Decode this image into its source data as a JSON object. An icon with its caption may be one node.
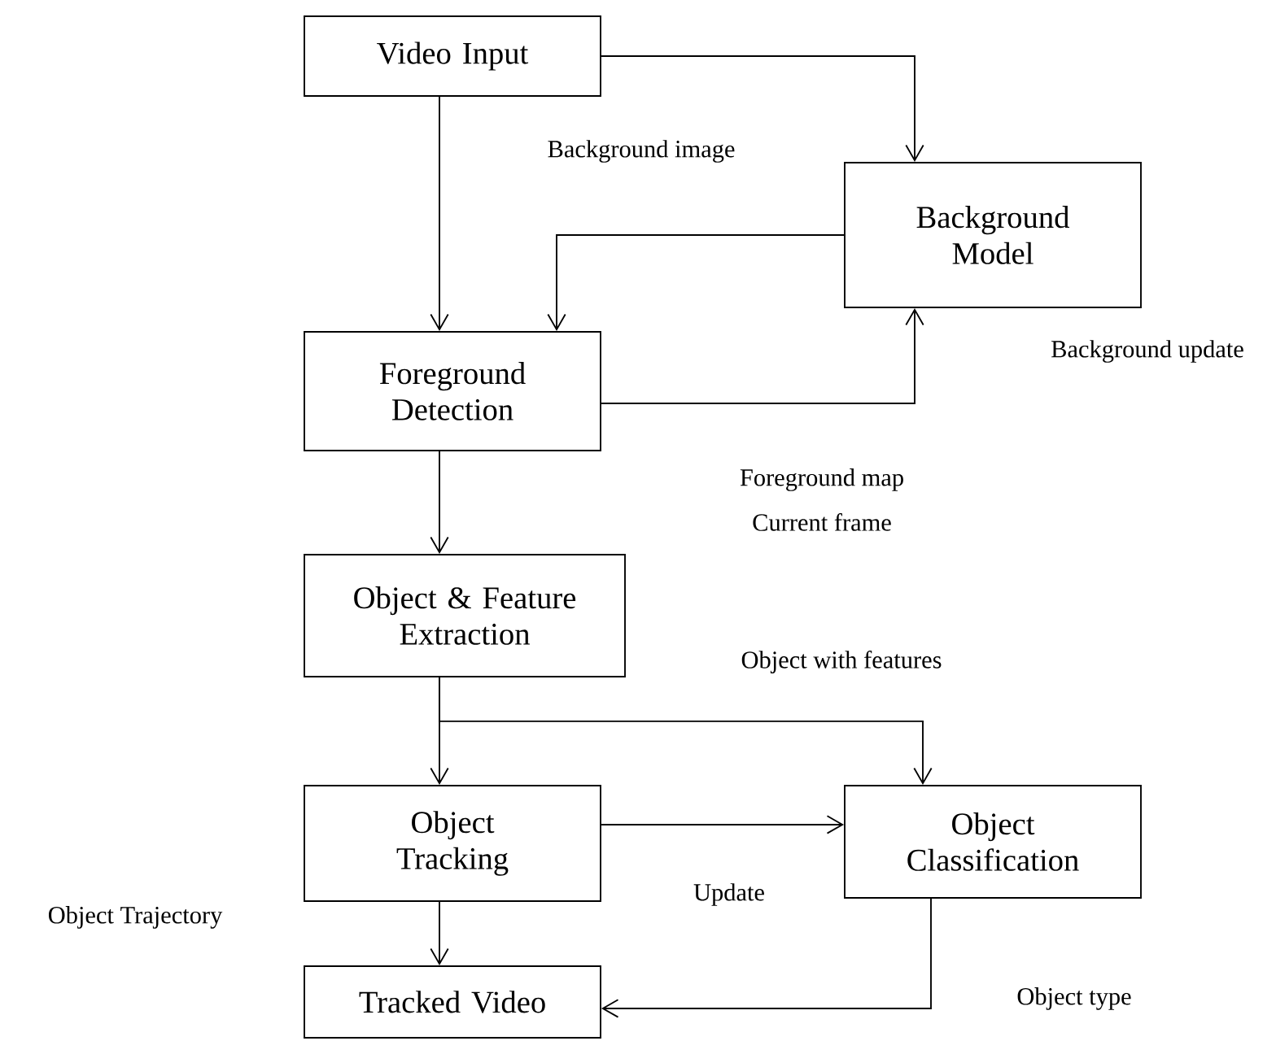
{
  "diagram": {
    "nodes": [
      {
        "text": [
          "Video Input"
        ]
      },
      {
        "text": [
          "Background Model"
        ]
      },
      {
        "text": [
          "Foreground Detection"
        ]
      },
      {
        "text": [
          "Object & Feature Extraction"
        ]
      },
      {
        "text": [
          "Object Tracking"
        ]
      },
      {
        "text": [
          "Object Classification"
        ]
      },
      {
        "text": [
          "Tracked Video"
        ]
      }
    ],
    "edges": [
      {
        "from": 0,
        "to": 1,
        "arrow": "to"
      },
      {
        "from": 0,
        "to": 2,
        "arrow": "to"
      },
      {
        "from": 1,
        "to": 2,
        "arrow": "to"
      },
      {
        "from": 2,
        "to": 1,
        "arrow": "to"
      },
      {
        "from": 2,
        "to": 3,
        "arrow": "to"
      },
      {
        "from": 3,
        "to": 4,
        "arrow": "to"
      },
      {
        "from": 3,
        "to": 5,
        "arrow": "to"
      },
      {
        "from": 4,
        "to": 5,
        "arrow": "to"
      },
      {
        "from": 4,
        "to": 6,
        "arrow": "to"
      },
      {
        "from": 5,
        "to": 6,
        "arrow": "to"
      }
    ],
    "labels": [
      "Background image",
      "Background update",
      "Foreground map",
      "Current frame",
      "Object with features",
      "Update",
      "Object Trajectory",
      "Object type"
    ]
  }
}
